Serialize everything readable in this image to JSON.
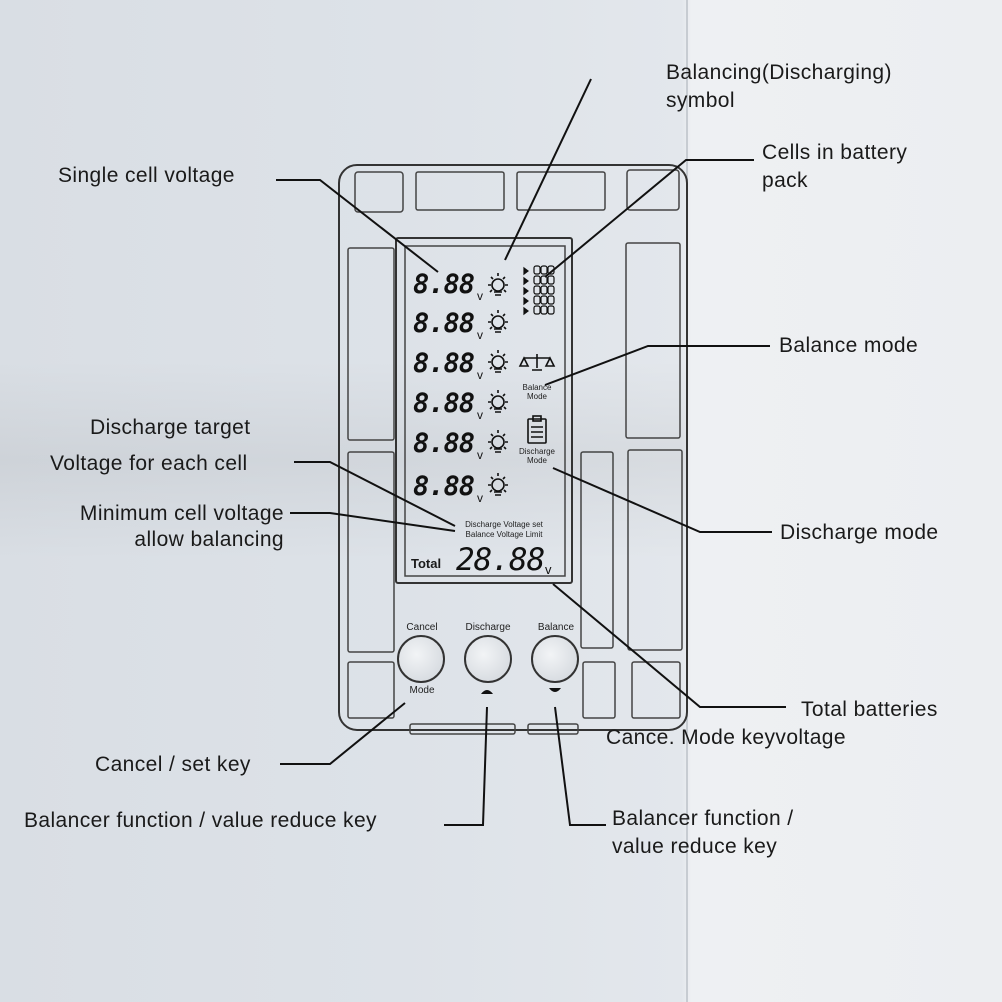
{
  "labels": {
    "balancing_symbol_1": "Balancing(Discharging)",
    "balancing_symbol_2": "symbol",
    "single_cell_voltage": "Single cell voltage",
    "cells_in_pack_1": "Cells in battery",
    "cells_in_pack_2": "pack",
    "balance_mode": "Balance mode",
    "discharge_target": "Discharge target",
    "voltage_each_cell": "Voltage for each cell",
    "min_cell_voltage_1": "Minimum cell voltage",
    "min_cell_voltage_2": "allow balancing",
    "discharge_mode": "Discharge mode",
    "total_batteries": "Total batteries",
    "cancel_mode_key": "Cance. Mode keyvoltage",
    "cancel_set_key": "Cancel / set key",
    "balancer_reduce_left": "Balancer function / value reduce key",
    "balancer_reduce_right_1": "Balancer function /",
    "balancer_reduce_right_2": "value reduce key"
  },
  "lcd": {
    "cells": [
      "8.88",
      "8.88",
      "8.88",
      "8.88",
      "8.88",
      "8.88"
    ],
    "unit": "v",
    "total_label": "Total",
    "total_value": "28.88",
    "total_unit": "v",
    "balance_mode_1": "Balance",
    "balance_mode_2": "Mode",
    "discharge_mode_1": "Discharge",
    "discharge_mode_2": "Mode",
    "discharge_voltage_set": "Discharge Voltage set",
    "balance_voltage_limit": "Balance Voltage Limit"
  },
  "buttons": {
    "cancel_top": "Cancel",
    "cancel_bottom": "Mode",
    "discharge_top": "Discharge",
    "balance_top": "Balance"
  },
  "icons": [
    "bulb-icon",
    "battery-stack-icon",
    "scale-icon",
    "clipboard-icon",
    "up-arrow-icon",
    "down-arrow-icon"
  ]
}
